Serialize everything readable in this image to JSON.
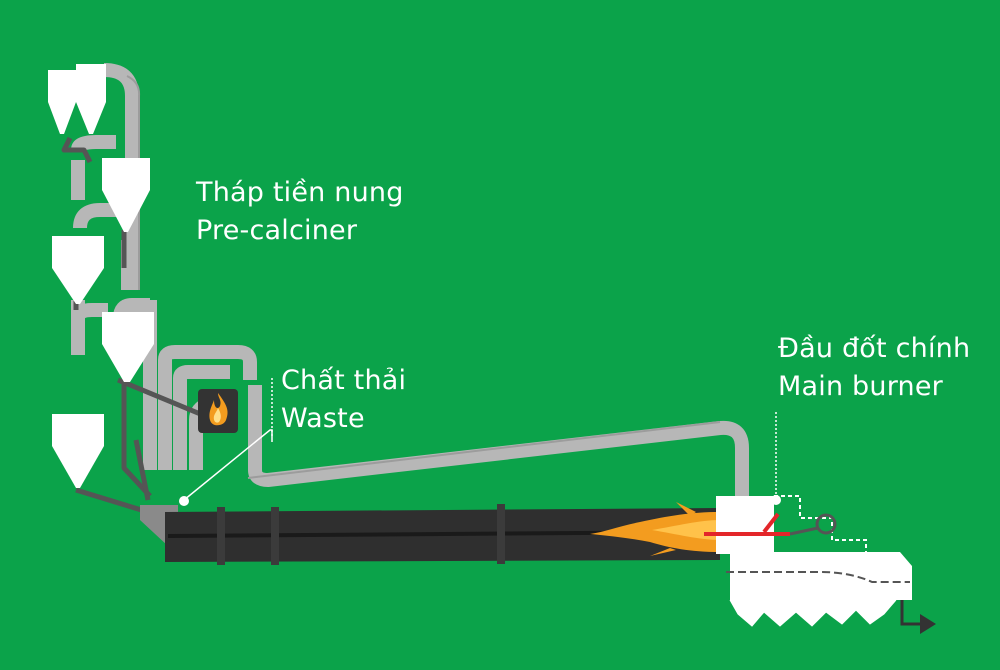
{
  "labels": {
    "precalciner": {
      "vi": "Tháp tiền nung",
      "en": "Pre-calciner"
    },
    "waste": {
      "vi": "Chất thải",
      "en": "Waste"
    },
    "main_burner": {
      "vi": "Đầu đốt chính",
      "en": "Main burner"
    }
  },
  "colors": {
    "background": "#0ba34a",
    "duct": "#b7b7b7",
    "cyclone": "#ffffff",
    "kiln": "#2f2f2f",
    "flame": "#f39c1f",
    "burner_pipe": "#e3262a",
    "waste_box": "#333333"
  },
  "icons": {
    "waste_flame": "flame-icon",
    "outlet": "arrow-right-icon"
  }
}
